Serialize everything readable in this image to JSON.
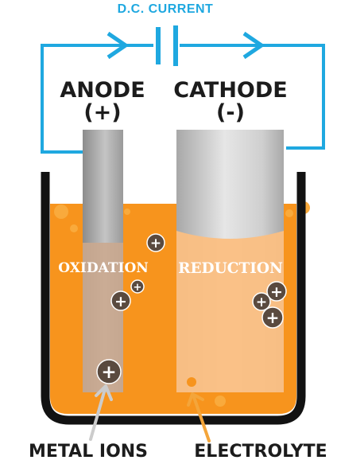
{
  "current_label": "D.C. CURRENT",
  "anode": {
    "title": "ANODE",
    "sign": "(+)"
  },
  "cathode": {
    "title": "CATHODE",
    "sign": "(-)"
  },
  "processes": {
    "anode": "OXIDATION",
    "cathode": "REDUCTION"
  },
  "bottom_labels": {
    "left": "METAL IONS",
    "right": "ELECTROLYTE"
  },
  "ion_symbol": "+",
  "colors": {
    "wire": "#1fa8e0",
    "electrolyte": "#f7941d",
    "tank": "#121212",
    "ion": "#5a4a3f",
    "arrow_metal_ions": "#cccccc",
    "arrow_electrolyte": "#f4a53a"
  },
  "icons": [
    "current-arrow-icon",
    "battery-icon",
    "metal-ion-icon",
    "pointer-arrow-icon"
  ]
}
